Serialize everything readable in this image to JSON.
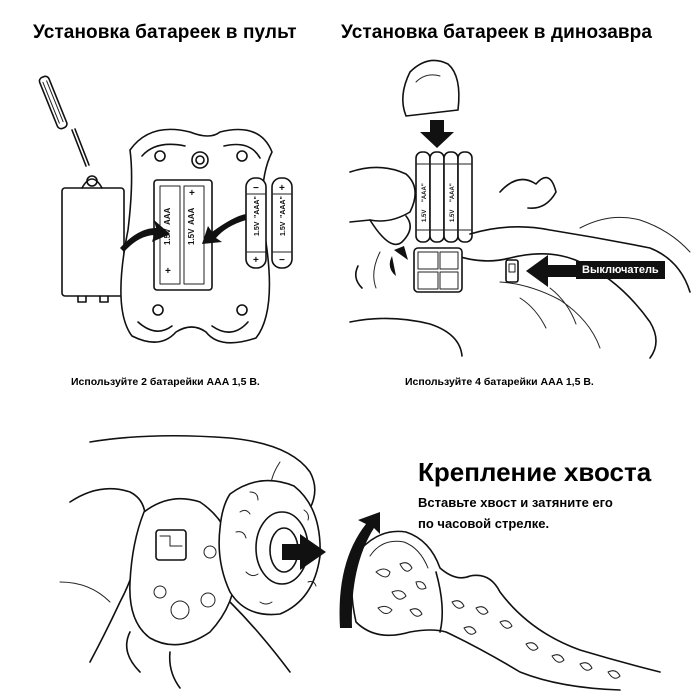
{
  "remote_section": {
    "heading": "Установка батареек в пульт",
    "caption": "Используйте 2 батарейки AAA 1,5 В.",
    "battery_label_voltage": "1.5V",
    "battery_label_type": "AAA",
    "battery_label_type_quoted": "\"AAA\"",
    "plus_sign": "+",
    "minus_sign": "−"
  },
  "dino_section": {
    "heading": "Установка батареек в динозавра",
    "caption": "Используйте 4 батарейки AAA 1,5 В.",
    "switch_label": "Выключатель",
    "battery_label_voltage": "1.5V",
    "battery_label_type_quoted": "\"AAA\""
  },
  "tail_section": {
    "heading": "Крепление хвоста",
    "text": "Вставьте хвост и затяните его по часовой стрелке."
  },
  "colors": {
    "background": "#ffffff",
    "ink": "#111111",
    "label_box": "#111111",
    "label_text": "#ffffff"
  }
}
